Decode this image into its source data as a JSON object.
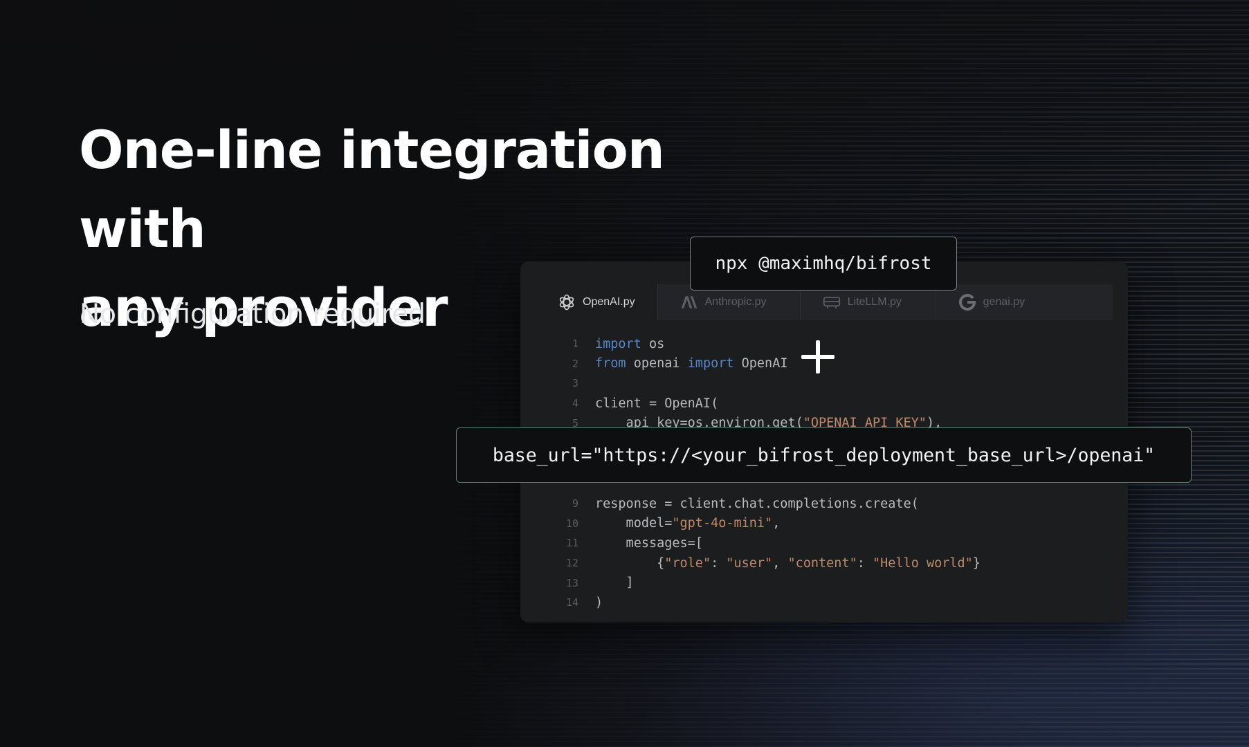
{
  "headline": {
    "line1": "One-line integration with",
    "line2": "any provider"
  },
  "subhead": "No configuration required",
  "command": "npx @maximhq/bifrost",
  "base_url_snippet": "base_url=\"https://<your_bifrost_deployment_base_url>/openai\"",
  "tabs": [
    {
      "label": "OpenAI.py",
      "icon": "openai-icon",
      "active": true
    },
    {
      "label": "Anthropic.py",
      "icon": "anthropic-icon",
      "active": false
    },
    {
      "label": "LiteLLM.py",
      "icon": "litellm-icon",
      "active": false
    },
    {
      "label": "genai.py",
      "icon": "google-icon",
      "active": false
    }
  ],
  "code": {
    "line_numbers": [
      "1",
      "2",
      "3",
      "4",
      "5",
      "9",
      "10",
      "11",
      "12",
      "13",
      "14"
    ],
    "l1": {
      "kw": "import",
      "rest": " os"
    },
    "l2": {
      "kw1": "from",
      "mid": " openai ",
      "kw2": "import",
      "rest": " OpenAI"
    },
    "l4": {
      "text": "client = OpenAI("
    },
    "l5": {
      "pre": "    api_key=os.environ.get(",
      "str": "\"OPENAI_API_KEY\"",
      "post": "),"
    },
    "l9": {
      "text": "response = client.chat.completions.create("
    },
    "l10": {
      "pre": "    model=",
      "str": "\"gpt-4o-mini\"",
      "post": ","
    },
    "l11": {
      "text": "    messages=["
    },
    "l12": {
      "pre": "        {",
      "s1": "\"role\"",
      "c1": ": ",
      "s2": "\"user\"",
      "c2": ", ",
      "s3": "\"content\"",
      "c3": ": ",
      "s4": "\"Hello world\"",
      "post": "}"
    },
    "l13": {
      "text": "    ]"
    },
    "l14": {
      "text": ")"
    }
  },
  "colors": {
    "keyword": "#5a86c8",
    "string": "#c08a6c",
    "url_border": "#5f7e72"
  }
}
